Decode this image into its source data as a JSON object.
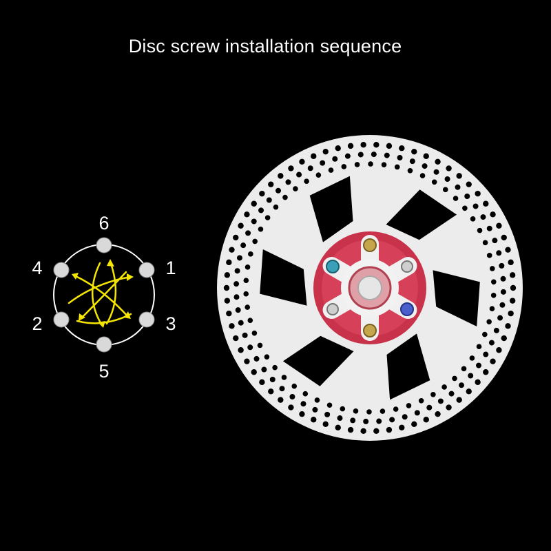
{
  "title": "Disc screw installation sequence",
  "diagram": {
    "labels": {
      "top": "6",
      "upper_right": "1",
      "lower_right": "3",
      "bottom": "5",
      "lower_left": "2",
      "upper_left": "4"
    }
  },
  "colors": {
    "background": "#000000",
    "arrow": "#f4e600",
    "bolt_node": "#d9d9d9",
    "rotor": "#ececec",
    "hub": "#c8324a"
  }
}
